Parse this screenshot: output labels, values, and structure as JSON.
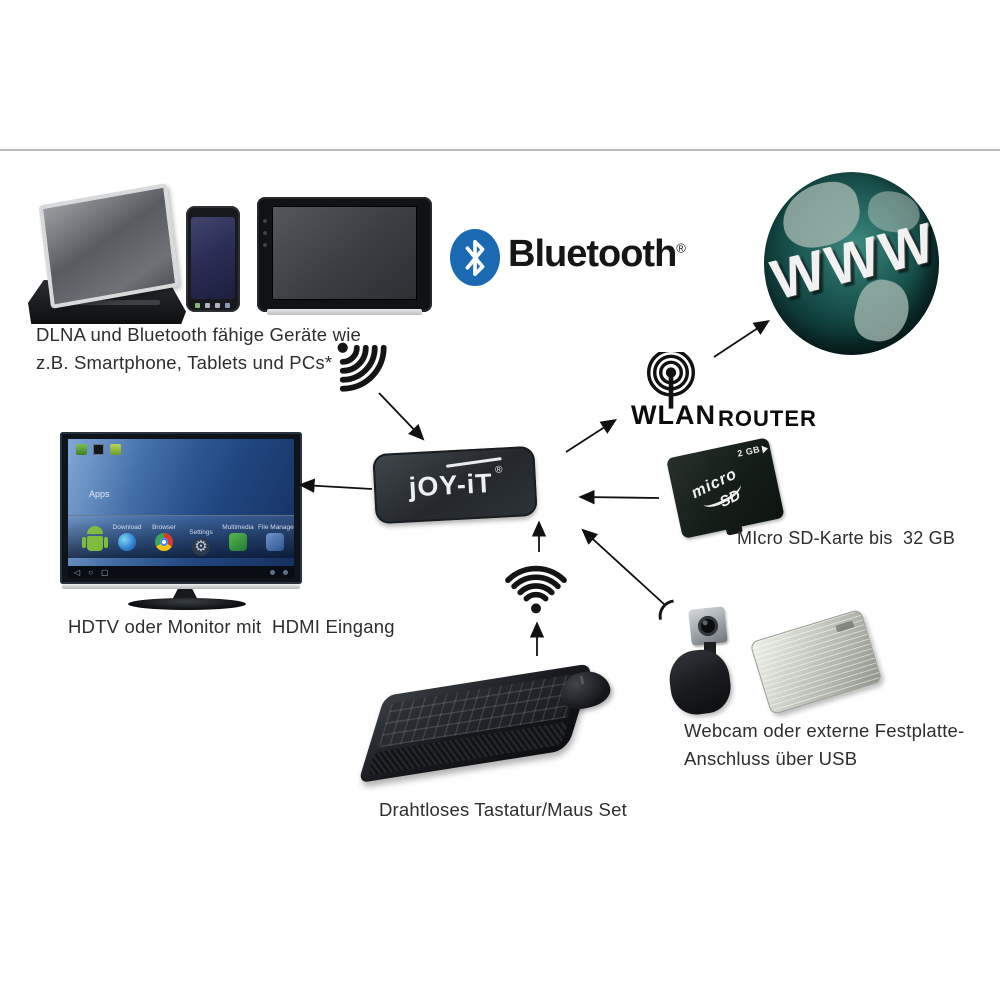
{
  "hub": {
    "brand": "jOY-iT",
    "registered": "®"
  },
  "bluetooth": {
    "label": "Bluetooth",
    "registered": "®",
    "brand_color": "#1b69b3"
  },
  "www": {
    "label": "WWW"
  },
  "wlan_router": {
    "label_wlan": "WLAN",
    "label_router": "ROUTER"
  },
  "dlna_group": {
    "caption_line1": "DLNA und Bluetooth fähige Geräte wie",
    "caption_line2": "z.B. Smartphone, Tablets und PCs*"
  },
  "hdtv": {
    "caption": "HDTV oder Monitor mit  HDMI Eingang",
    "screen": {
      "apps_label": "Apps",
      "dock_items": [
        "Download",
        "Browser",
        "Settings",
        "Multimedia",
        "File Manager"
      ],
      "settings_glyph": "⚙",
      "taskbar": {
        "back_glyph": "◁",
        "home_glyph": "○",
        "recents_glyph": "▢"
      }
    }
  },
  "microsd": {
    "caption": "MIcro SD-Karte bis  32 GB",
    "card_capacity": "2 GB",
    "logo_top": "micro",
    "logo_bottom": "SD"
  },
  "usb_group": {
    "caption_line1": "Webcam oder externe Festplatte-",
    "caption_line2": "Anschluss über USB"
  },
  "keyboard_group": {
    "caption": "Drahtloses Tastatur/Maus Set"
  }
}
